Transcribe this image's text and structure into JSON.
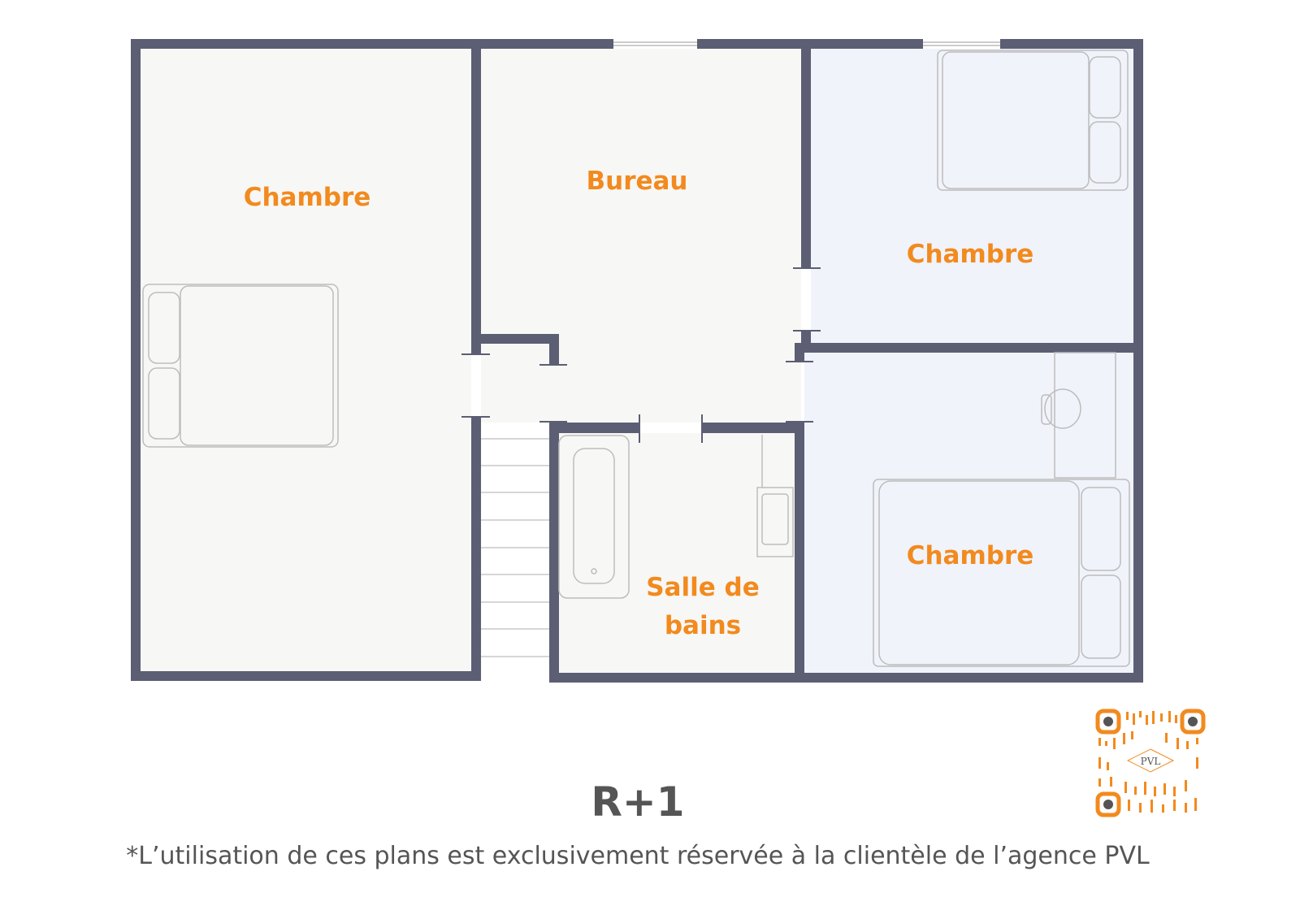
{
  "plan": {
    "rooms": [
      {
        "name": "Chambre"
      },
      {
        "name": "Bureau"
      },
      {
        "name": "Chambre"
      },
      {
        "name": "Chambre"
      },
      {
        "name": "Salle de",
        "name2": "bains"
      }
    ],
    "level": "R+1",
    "disclaimer": "*L’utilisation de ces plans est exclusivement réservée à la clientèle de l’agence PVL"
  },
  "qr": {
    "logo": "PVL"
  },
  "colors": {
    "wall": "#5c5e74",
    "room": "#f7f7f5",
    "bedroom_blue": "#f0f3fa",
    "accent": "#f28a1e",
    "text": "#555555"
  }
}
